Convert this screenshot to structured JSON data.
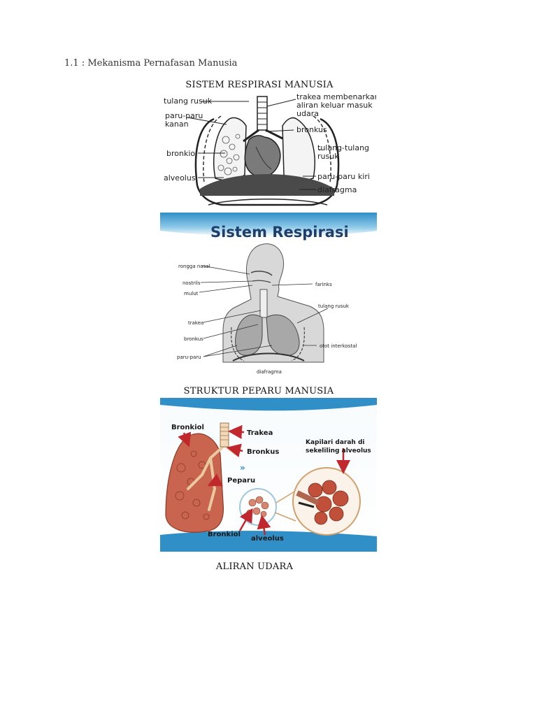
{
  "section_heading": "1.1 : Mekanisma Pernafasan Manusia",
  "figure1": {
    "caption": "SISTEM RESPIRASI MANUSIA",
    "labels": {
      "tulang_rusuk": "tulang rusuk",
      "paru_kanan_1": "paru-paru",
      "paru_kanan_2": "kanan",
      "bronkiol": "bronkiol",
      "alveolus": "alveolus",
      "trakea_1": "trakea membenarkan",
      "trakea_2": "aliran keluar masuk",
      "trakea_3": "udara",
      "bronkus": "bronkus",
      "tulang_tulang_1": "tulang-tulang",
      "tulang_tulang_2": "rusuk",
      "paru_kiri": "paru-paru kiri",
      "diafragma": "diafragma"
    }
  },
  "figure2": {
    "title": "Sistem Respirasi",
    "labels": {
      "rongga_nasal": "rongga nasal",
      "nostrils": "nostrils",
      "mulut": "mulut",
      "farinks": "farinks",
      "tulang_rusuk": "tulang rusuk",
      "trakea": "trakea",
      "bronkus": "bronkus",
      "otot_interkostal": "otot interkostal",
      "paru_paru": "paru-paru",
      "diafragma": "diafragma"
    }
  },
  "figure3": {
    "caption": "STRUKTUR PEPARU MANUSIA",
    "labels": {
      "bronkiol_top": "Bronkiol",
      "trakea": "Trakea",
      "bronkus": "Bronkus",
      "kapilari_1": "Kapilari darah di",
      "kapilari_2": "sekeliling alveolus",
      "peparu": "Peparu",
      "bronkiol_bottom": "Bronkiol",
      "alveolus": "alveolus"
    }
  },
  "aliran_caption": "ALIRAN UDARA",
  "colors": {
    "lung_red": "#c9654e",
    "arrow_red": "#c0282d",
    "banner_blue": "#2f8fc6",
    "title_navy": "#1f3e6a"
  }
}
